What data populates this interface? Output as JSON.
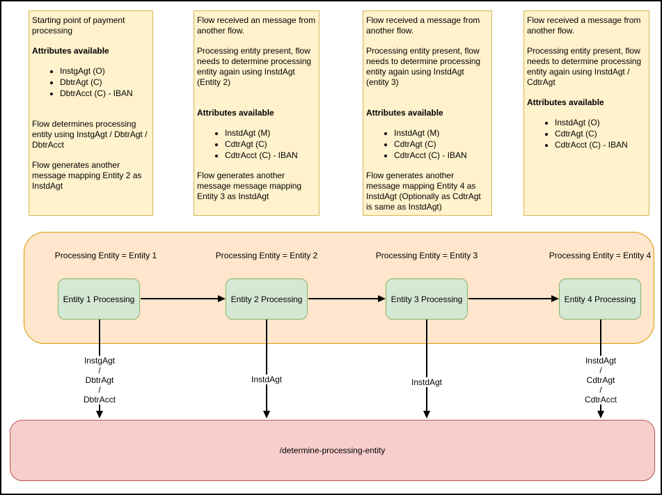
{
  "colors": {
    "note_fill": "#FFF2CC",
    "note_stroke": "#D6B656",
    "container_fill": "#FFE6CC",
    "container_stroke": "#D79B00",
    "entity_fill": "#D5E8D4",
    "entity_stroke": "#82B366",
    "endpoint_fill": "#F8CECC",
    "endpoint_stroke": "#B85450",
    "arrow": "#000000",
    "text": "#000000"
  },
  "notes": [
    {
      "blocks": [
        {
          "type": "p",
          "text": "Starting point of payment processing"
        },
        {
          "type": "h",
          "text": "Attributes available"
        },
        {
          "type": "ul",
          "items": [
            "InstgAgt (O)",
            "DbtrAgt (C)",
            "DbtrAcct (C) - IBAN"
          ]
        },
        {
          "type": "p",
          "text": "Flow determines processing entity using InstgAgt / DbtrAgt / DbtrAcct",
          "gap": 2
        },
        {
          "type": "p",
          "text": "Flow generates another message mapping Entity 2 as InstdAgt"
        }
      ]
    },
    {
      "blocks": [
        {
          "type": "p",
          "text": "Flow received an message from another flow."
        },
        {
          "type": "p",
          "text": "Processing entity present, flow needs to determine processing entity again using InstdAgt (Entity 2)"
        },
        {
          "type": "h",
          "text": "Attributes available",
          "gap": 2
        },
        {
          "type": "ul",
          "items": [
            "InstdAgt (M)",
            "CdtrAgt (C)",
            "CdtrAcct (C) - IBAN"
          ]
        },
        {
          "type": "p",
          "text": "Flow generates another message message mapping Entity 3 as InstdAgt"
        }
      ]
    },
    {
      "blocks": [
        {
          "type": "p",
          "text": "Flow received a message from another flow."
        },
        {
          "type": "p",
          "text": "Processing entity present, flow needs to determine processing entity again using InstdAgt (entity 3)"
        },
        {
          "type": "h",
          "text": "Attributes available",
          "gap": 2
        },
        {
          "type": "ul",
          "items": [
            "InstdAgt (M)",
            "CdtrAgt (C)",
            "CdtrAcct (C) - IBAN"
          ]
        },
        {
          "type": "p",
          "text": "Flow generates another message mapping Entity 4 as InstdAgt (Optionally as CdtrAgt is same as InstdAgt)"
        }
      ]
    },
    {
      "blocks": [
        {
          "type": "p",
          "text": "Flow received a message from another flow."
        },
        {
          "type": "p",
          "text": "Processing entity present, flow needs to determine processing entity again using InstdAgt / CdtrAgt"
        },
        {
          "type": "h",
          "text": "Attributes available"
        },
        {
          "type": "ul",
          "items": [
            "InstdAgt (O)",
            "CdtrAgt (C)",
            "CdtrAcct (C) - IBAN"
          ]
        }
      ]
    }
  ],
  "pipeline": {
    "stages": [
      {
        "label": "Processing Entity = Entity 1",
        "box_label": "Entity 1 Processing",
        "edge_label": "InstgAgt\n/\nDbtrAgt\n/\nDbtrAcct"
      },
      {
        "label": "Processing Entity = Entity 2",
        "box_label": "Entity 2 Processing",
        "edge_label": "InstdAgt"
      },
      {
        "label": "Processing Entity = Entity 3",
        "box_label": "Entity 3 Processing",
        "edge_label": "InstdAgt"
      },
      {
        "label": "Processing Entity = Entity 4",
        "box_label": "Entity 4 Processing",
        "edge_label": "InstdAgt\n/\nCdtrAgt\n/\nCdtrAcct"
      }
    ]
  },
  "endpoint": {
    "label": "/determine-processing-entity"
  }
}
